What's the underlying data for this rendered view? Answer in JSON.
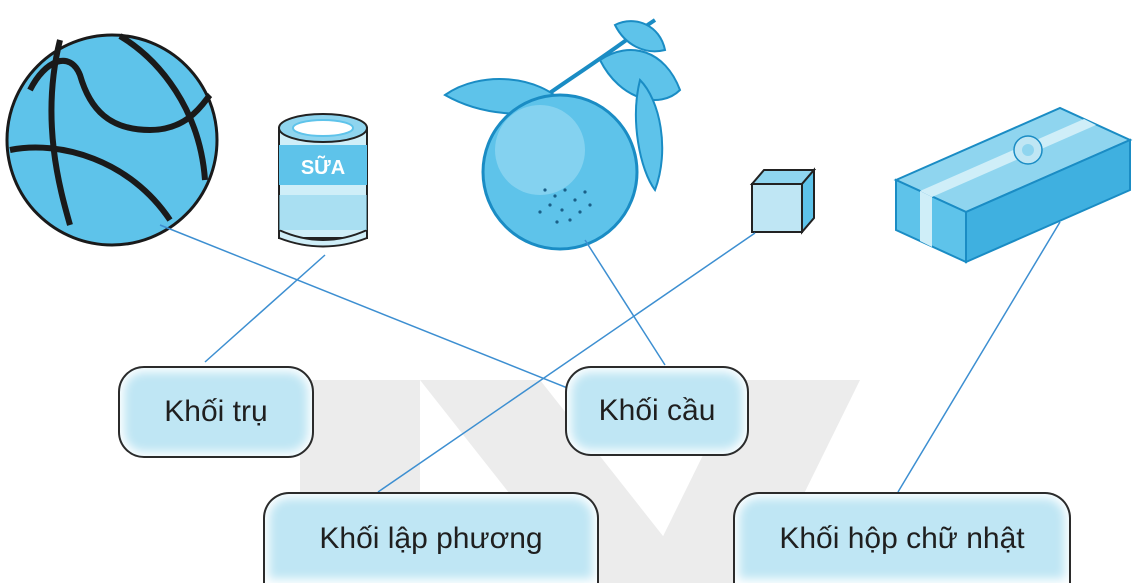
{
  "can": {
    "label": "SỮA"
  },
  "labels": {
    "cylinder": "Khối trụ",
    "sphere": "Khối cầu",
    "cube": "Khối lập phương",
    "cuboid": "Khối hộp chữ nhật"
  },
  "colors": {
    "object_fill": "#5ec3ea",
    "object_light": "#bfe6f4",
    "object_dark": "#1a8cc4",
    "line": "#3d8fd1",
    "outline": "#2b2b2b",
    "watermark": "#e9e9e9"
  },
  "connections": [
    {
      "object": "basketball",
      "label": "sphere"
    },
    {
      "object": "milk-can",
      "label": "cylinder"
    },
    {
      "object": "orange",
      "label": "sphere"
    },
    {
      "object": "small-cube",
      "label": "cube"
    },
    {
      "object": "gift-box",
      "label": "cuboid"
    }
  ]
}
